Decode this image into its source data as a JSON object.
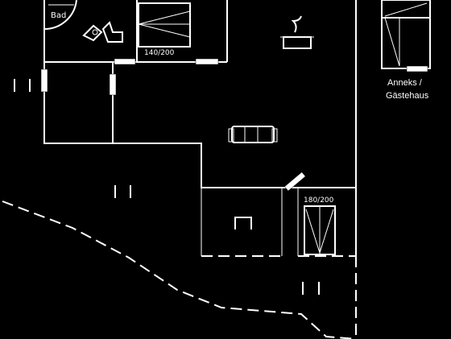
{
  "rooms": {
    "bathroom_label": "Bad",
    "bed_upper_size": "140/200",
    "bed_lower_size": "180/200",
    "annex_label_line1": "Anneks /",
    "annex_label_line2": "Gästehaus"
  },
  "icons": {
    "shower": "shower-icon",
    "sink": "sink-icon",
    "toilet": "toilet-icon",
    "stove": "stove-pot-icon",
    "sofa": "sofa-icon",
    "stool": "stool-icon"
  },
  "colors": {
    "background": "#000000",
    "lines": "#ffffff"
  }
}
